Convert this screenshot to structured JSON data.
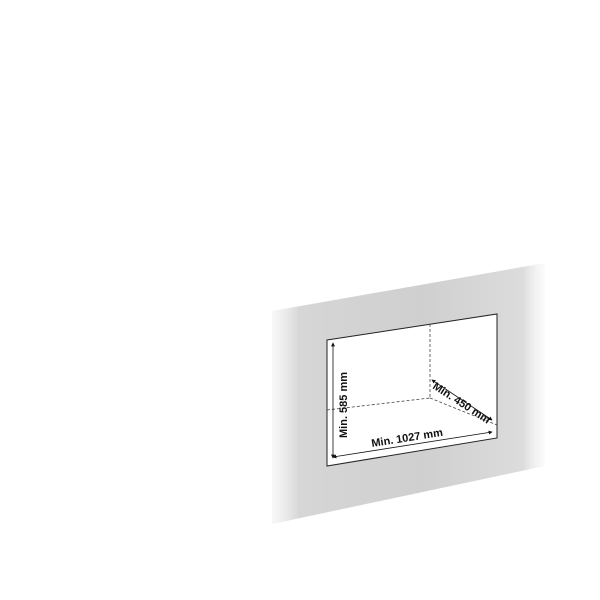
{
  "diagram": {
    "dimensions": {
      "height_label": "Min. 585 mm",
      "width_label": "Min. 1027 mm",
      "depth_label": "Min. 450 mm"
    }
  }
}
